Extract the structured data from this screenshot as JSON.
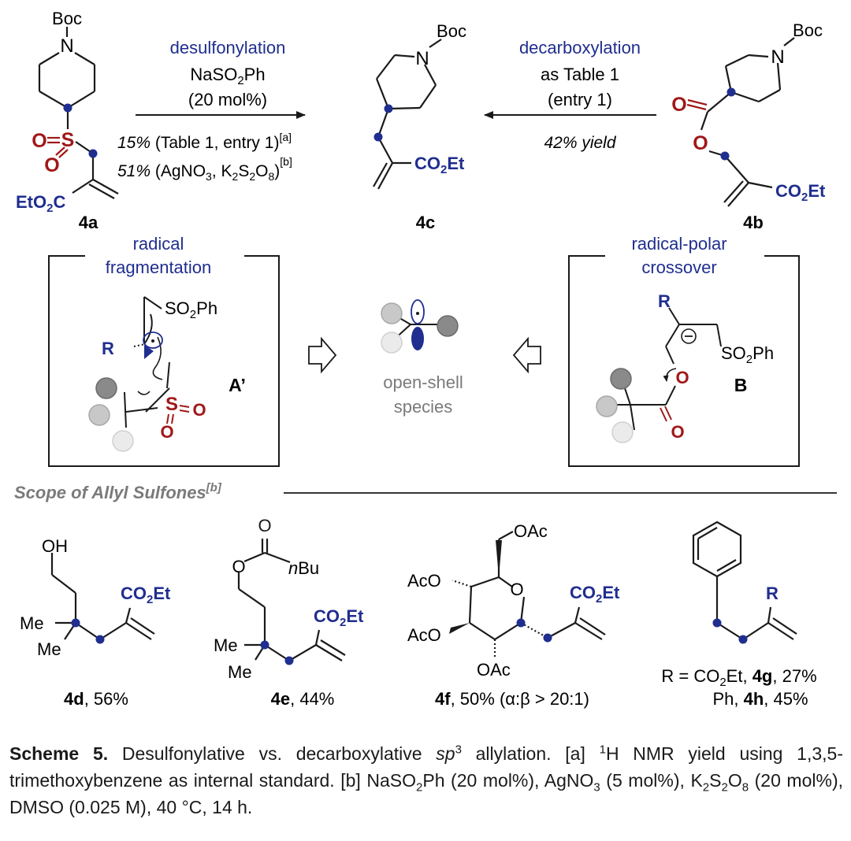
{
  "colors": {
    "blue": "#1f2e8f",
    "red": "#a01818",
    "black": "#1a1a1a",
    "gray": "#7a7a7a"
  },
  "top": {
    "left_arrow": {
      "line1": "desulfonylation",
      "line2": "NaSO",
      "line2_sub": "2",
      "line2_tail": "Ph",
      "line3": "(20 mol%)"
    },
    "left_yield1": {
      "pct": "15%",
      "rest": " (Table 1, entry 1)",
      "sup": "[a]"
    },
    "left_yield2": {
      "pct": "51%",
      "t1": " (AgNO",
      "s1": "3",
      "t2": ", K",
      "s2": "2",
      "t3": "S",
      "s3": "2",
      "t4": "O",
      "s4": "8",
      "t5": ")",
      "sup": "[b]"
    },
    "right_arrow": {
      "line1": "decarboxylation",
      "line2": "as Table 1",
      "line3": "(entry 1)"
    },
    "right_yield": "42% yield",
    "compounds": {
      "a": "4a",
      "b": "4b",
      "c": "4c"
    },
    "groups": {
      "boc": "Boc",
      "n": "N",
      "o": "O",
      "s": "S",
      "co2et_a": "CO",
      "co2et_b": "2",
      "co2et_c": "Et",
      "eto2c_a": "EtO",
      "eto2c_b": "2",
      "eto2c_c": "C"
    }
  },
  "middle": {
    "left_box_title1": "radical",
    "left_box_title2": "fragmentation",
    "left_label": "A’",
    "left_r": "R",
    "so2ph_a": "SO",
    "so2ph_b": "2",
    "so2ph_c": "Ph",
    "center1": "open-shell",
    "center2": "species",
    "right_box_title1": "radical-polar",
    "right_box_title2": "crossover",
    "right_label": "B",
    "right_r": "R"
  },
  "scope": {
    "title": "Scope of Allyl Sulfones",
    "title_sup": "[b]",
    "d": {
      "label": "4d",
      "yield": ", 56%",
      "oh": "OH",
      "me1": "Me",
      "me2": "Me"
    },
    "e": {
      "label": "4e",
      "yield": ", 44%",
      "nbu_n": "n",
      "nbu": "Bu",
      "me1": "Me",
      "me2": "Me"
    },
    "f": {
      "label": "4f",
      "yield": ", 50% (α:β > 20:1)",
      "oac": "OAc",
      "aco": "AcO"
    },
    "g": {
      "r": "R",
      "line1a": "R = CO",
      "line1b": "2",
      "line1c": "Et, ",
      "line1d": "4g",
      "line1e": ", 27%",
      "line2a": "Ph, ",
      "line2b": "4h",
      "line2c": ", 45%"
    }
  },
  "caption": {
    "label": "Scheme 5.",
    "t1": " Desulfonylative vs. decarboxylative ",
    "sp3": "sp",
    "sp3_sup": "3",
    "t2": " allylation. [a] ",
    "h_sup": "1",
    "t3": "H NMR yield using 1,3,5-trimethoxybenzene as internal standard. [b] NaSO",
    "sub1": "2",
    "t4": "Ph (20 mol%), AgNO",
    "sub2": "3",
    "t5": " (5 mol%), K",
    "sub3": "2",
    "t6": "S",
    "sub4": "2",
    "t7": "O",
    "sub5": "8",
    "t8": " (20 mol%), DMSO (0.025 M), 40 °C, 14 h."
  }
}
